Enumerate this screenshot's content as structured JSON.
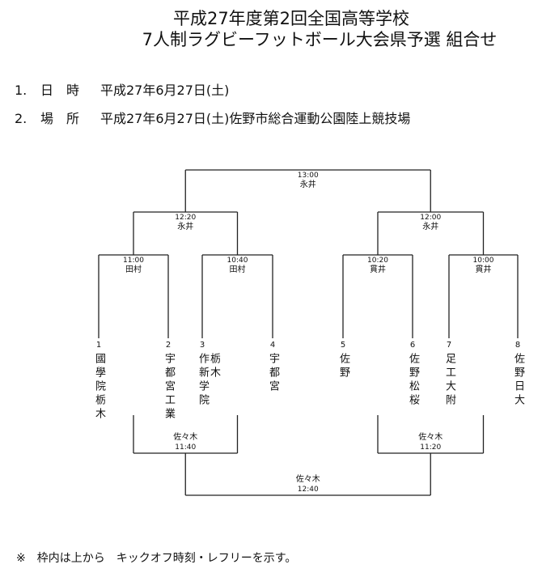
{
  "title": {
    "line1": "平成27年度第2回全国高等学校",
    "line2": "7人制ラグビーフットボール大会県予選 組合せ"
  },
  "info": [
    {
      "num": "1.",
      "label": "日　時",
      "value": "平成27年6月27日(土)"
    },
    {
      "num": "2.",
      "label": "場　所",
      "value": "平成27年6月27日(土)佐野市総合運動公園陸上競技場"
    }
  ],
  "teams": [
    {
      "no": "1",
      "name": "國學院栃木"
    },
    {
      "no": "2",
      "name": "宇都宮工業"
    },
    {
      "no": "3",
      "name": "作新学院",
      "name2": "栃木"
    },
    {
      "no": "4",
      "name": "宇都宮"
    },
    {
      "no": "5",
      "name": "佐野"
    },
    {
      "no": "6",
      "name": "佐野松桜"
    },
    {
      "no": "7",
      "name": "足工大附"
    },
    {
      "no": "8",
      "name": "佐野日大"
    }
  ],
  "matches": {
    "r1_a": {
      "time": "11:00",
      "referee": "田村"
    },
    "r1_b": {
      "time": "10:40",
      "referee": "田村"
    },
    "r1_c": {
      "time": "10:20",
      "referee": "貫井"
    },
    "r1_d": {
      "time": "10:00",
      "referee": "貫井"
    },
    "semi_left": {
      "time": "12:20",
      "referee": "永井"
    },
    "semi_right": {
      "time": "12:00",
      "referee": "永井"
    },
    "final": {
      "time": "13:00",
      "referee": "永井"
    },
    "cons_left": {
      "time": "11:40",
      "referee": "佐々木"
    },
    "cons_right": {
      "time": "11:20",
      "referee": "佐々木"
    },
    "cons_final": {
      "time": "12:40",
      "referee": "佐々木"
    }
  },
  "footnote": "※　枠内は上から　キックオフ時刻・レフリーを示す。"
}
